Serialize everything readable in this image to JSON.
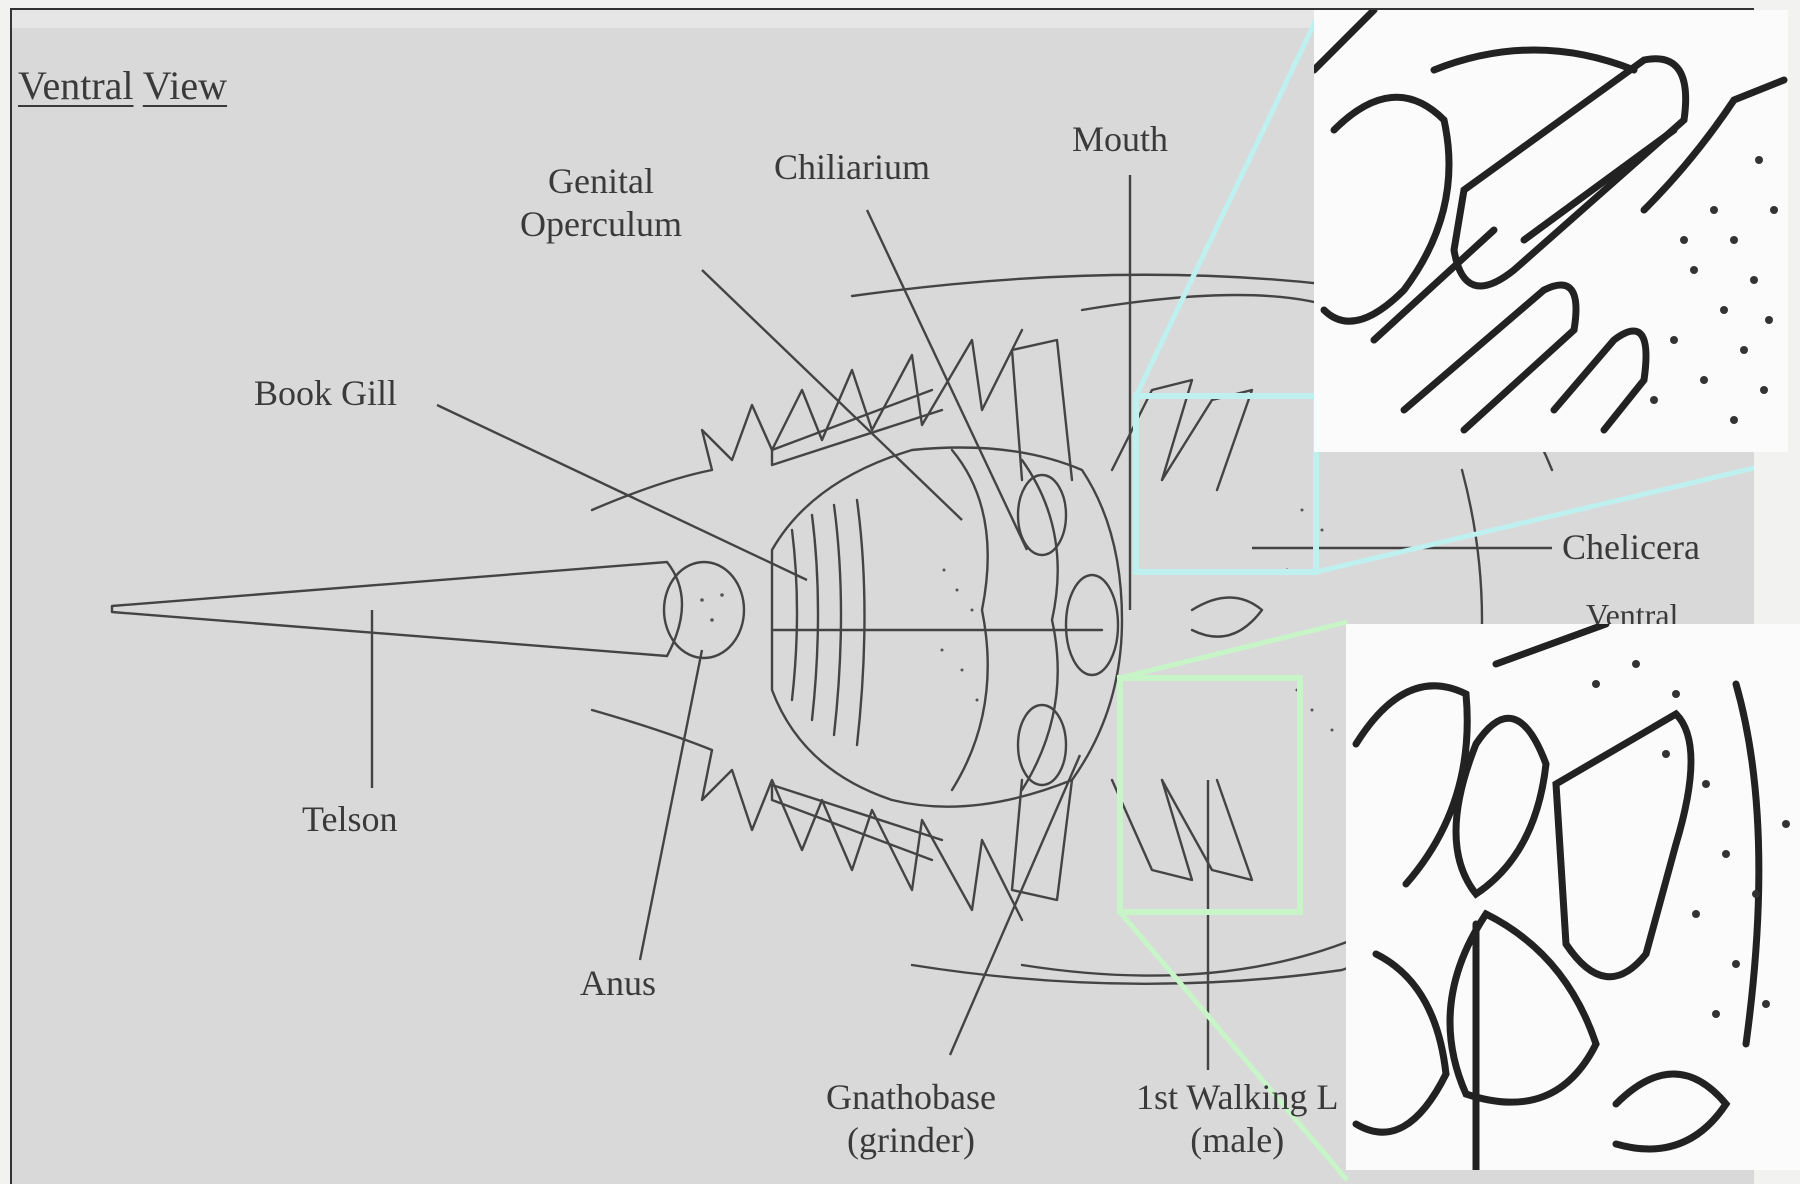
{
  "title": {
    "word1": "Ventral",
    "word2": "View"
  },
  "labels": {
    "genital_line1": "Genital",
    "genital_line2": "Operculum",
    "chiliarium": "Chiliarium",
    "mouth": "Mouth",
    "book_gill": "Book Gill",
    "chelicera": "Chelicera",
    "ventral": "Ventral",
    "telson": "Telson",
    "anus": "Anus",
    "gnathobase_line1": "Gnathobase",
    "gnathobase_line2": "(grinder)",
    "walking_line1": "1st Walking L",
    "walking_line2": "(male)"
  },
  "colors": {
    "background": "#d9d9d9",
    "ink": "#3a3a3a",
    "zoom_cyan": "#bff0f0",
    "zoom_green": "#c8f5c8"
  }
}
